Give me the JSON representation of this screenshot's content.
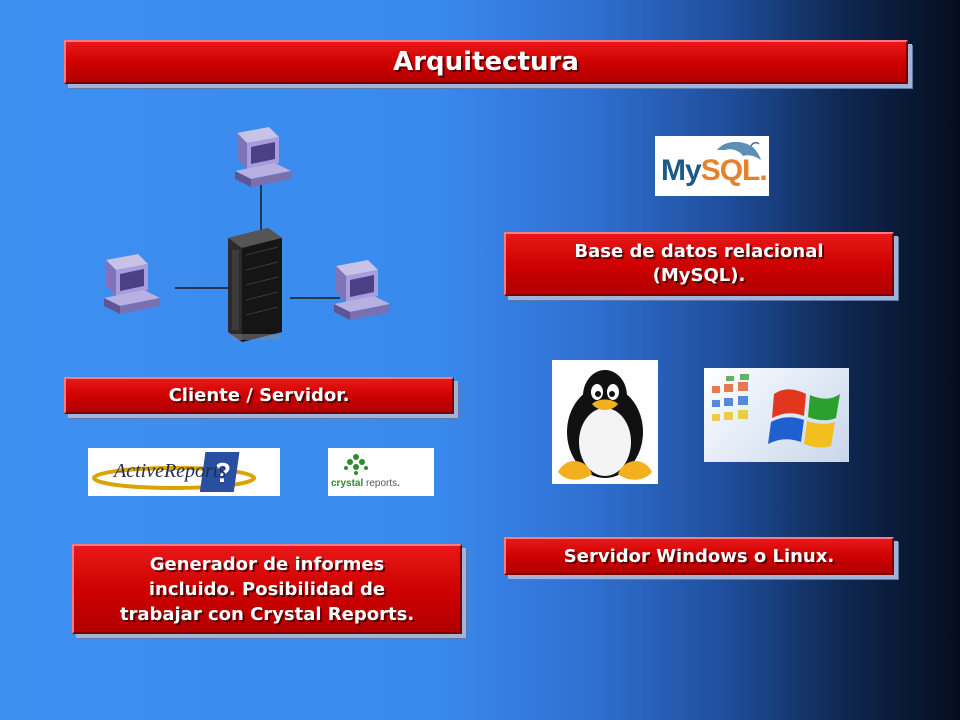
{
  "slide": {
    "title": "Arquitectura",
    "cliente_servidor": "Cliente / Servidor.",
    "base_datos_line1": "Base de datos relacional",
    "base_datos_line2": "(MySQL).",
    "servidor": "Servidor Windows o Linux.",
    "generador_line1": "Generador de informes",
    "generador_line2": "incluido. Posibilidad de",
    "generador_line3": "trabajar con Crystal Reports."
  },
  "logos": {
    "mysql": {
      "part1": "My",
      "part2": "SQL",
      "dot": "."
    },
    "activereports": {
      "text": "ActiveReports"
    },
    "crystal": {
      "word1": "crystal",
      "word2": " reports",
      "dot": "."
    }
  },
  "colors": {
    "band_red": "#cc0000",
    "band_text": "#ffffff",
    "bg_blue": "#3a8aee",
    "bg_dark": "#050d1c"
  },
  "icons": [
    "server-tower-icon",
    "workstation-icon",
    "mysql-dolphin-icon",
    "tux-penguin-icon",
    "windows-flag-icon",
    "active-reports-icon",
    "crystal-reports-icon"
  ]
}
